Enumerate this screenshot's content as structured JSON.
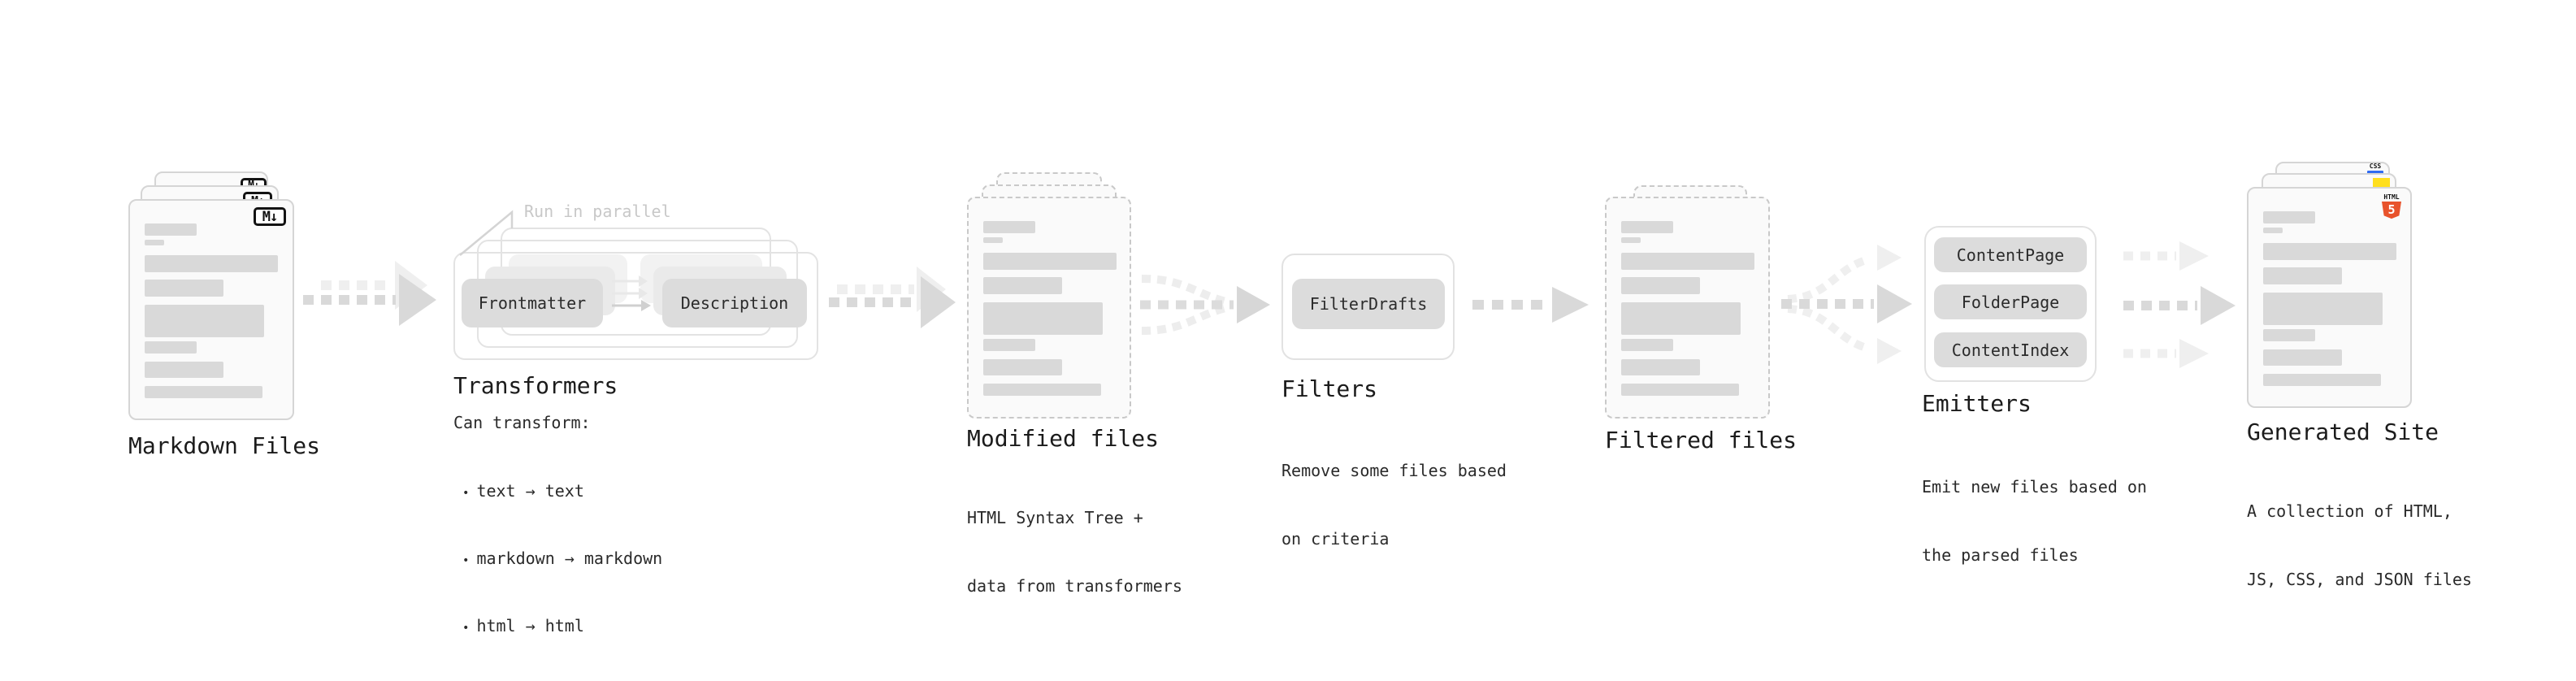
{
  "ui": {
    "bullet": "•"
  },
  "colors": {
    "background": "#ffffff",
    "doc_fill": "#fafafa",
    "doc_border": "#d5d5d5",
    "dashed_border": "#c9c9c9",
    "placeholder_bar": "#d9d9d9",
    "pill_fill": "#dcdcdc",
    "outline_box": "#e3e3e3",
    "arrow_dark": "#d9d9d9",
    "arrow_light": "#efefef",
    "text": "#1b1b1b",
    "muted_note": "#c8c8c8",
    "html5_orange": "#e8532c",
    "js_yellow": "#ffdf1e",
    "css_blue": "#2f6bf2"
  },
  "stages": {
    "markdown_files": {
      "label": "Markdown Files",
      "badge": "M↓"
    },
    "transformers": {
      "heading": "Transformers",
      "note": "Run in parallel",
      "pills": [
        "Frontmatter",
        "Description"
      ],
      "caption_intro": "Can transform:",
      "bullets": [
        "text → text",
        "markdown → markdown",
        "html → html"
      ]
    },
    "modified_files": {
      "label": "Modified files",
      "caption_lines": [
        "HTML Syntax Tree +",
        "data from transformers"
      ]
    },
    "filters": {
      "heading": "Filters",
      "pills": [
        "FilterDrafts"
      ],
      "caption_lines": [
        "Remove some files based",
        "on criteria"
      ]
    },
    "filtered_files": {
      "label": "Filtered files"
    },
    "emitters": {
      "heading": "Emitters",
      "pills": [
        "ContentPage",
        "FolderPage",
        "ContentIndex"
      ],
      "caption_lines": [
        "Emit new files based on",
        "the parsed files"
      ]
    },
    "generated_site": {
      "label": "Generated Site",
      "caption_lines": [
        "A collection of HTML,",
        "JS, CSS, and JSON files"
      ],
      "badges": {
        "css": "CSS",
        "html_word": "HTML",
        "html_number": "5"
      }
    }
  }
}
